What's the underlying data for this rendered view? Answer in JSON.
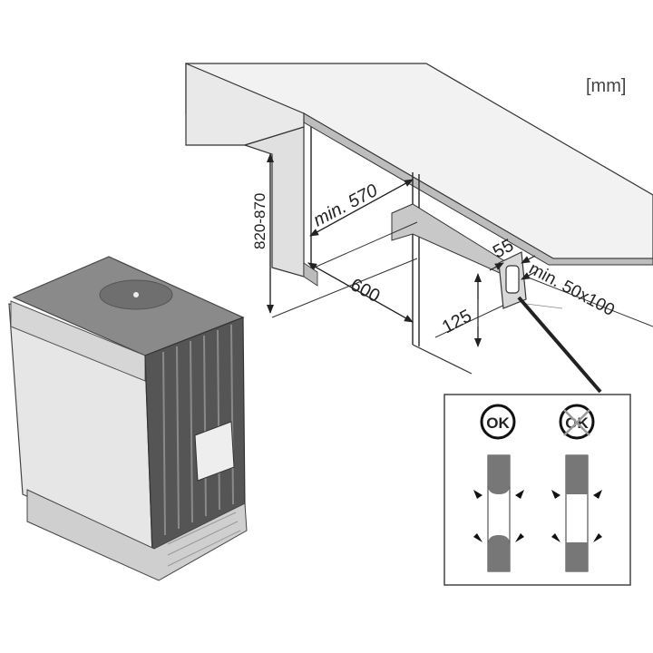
{
  "unit_label": "[mm]",
  "dimensions": {
    "height": "820-870",
    "min_width": "min. 570",
    "depth": "600",
    "offset": "55",
    "height_from_floor": "125",
    "opening": "min. 50x100"
  },
  "detail": {
    "ok_label": "OK",
    "not_ok_label": "OK"
  }
}
